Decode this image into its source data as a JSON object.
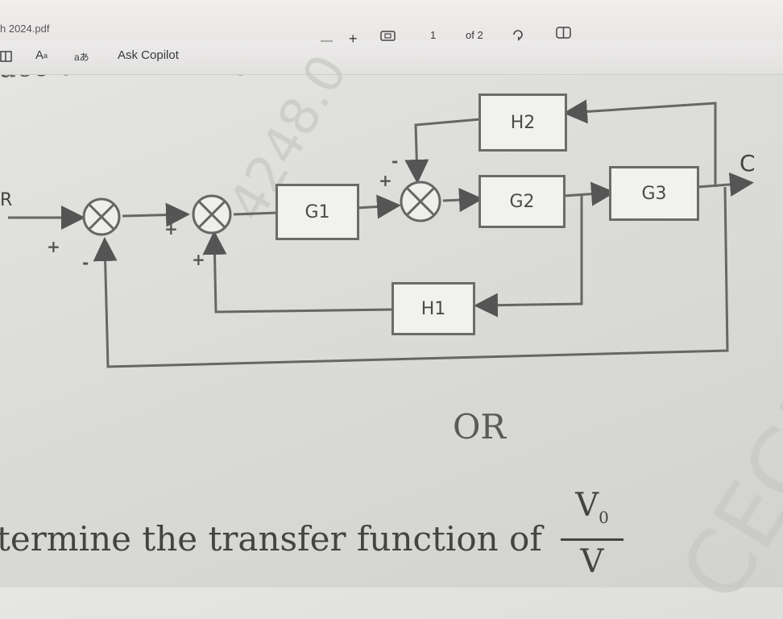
{
  "window": {
    "tab_title": "h 2024.pdf"
  },
  "toolbar": {
    "draw_label": "A",
    "read_aloud_label": "aあ",
    "copilot_label": "Ask Copilot",
    "zoom_out": "—",
    "zoom_in": "+",
    "current_page": "1",
    "page_total": "of 2"
  },
  "document": {
    "heading_fragment": "uce the following block diagram and obtain th",
    "or_text": "OR",
    "question_text": "termine the transfer function of",
    "fraction_numerator": "V",
    "fraction_numerator_sub": "0",
    "fraction_denominator": "V",
    "watermark_number": "4248.0",
    "watermark_text": "CEGP"
  },
  "diagram": {
    "input_label": "R",
    "output_label": "C",
    "blocks": {
      "g1": "G1",
      "g2": "G2",
      "g3": "G3",
      "h1": "H1",
      "h2": "H2"
    },
    "signs": {
      "s1_in": "+",
      "s1_fb": "-",
      "s2_in": "+",
      "s2_fb": "+",
      "s3_in": "+",
      "s3_fb": "-"
    }
  }
}
